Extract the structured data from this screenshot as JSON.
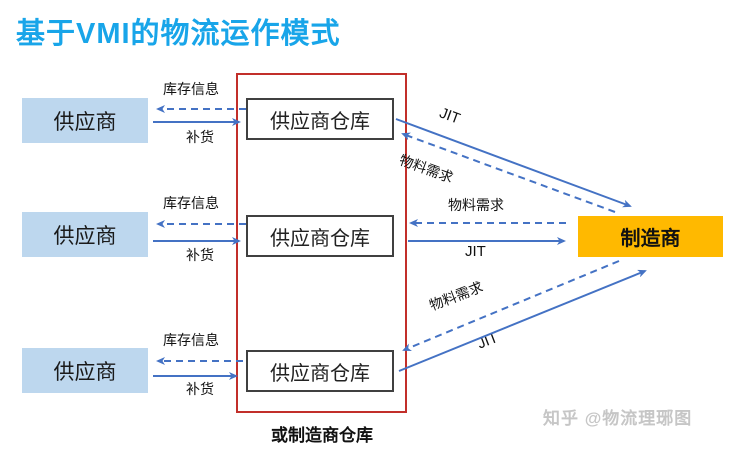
{
  "title": "基于VMI的物流运作模式",
  "nodes": {
    "supplier": "供应商",
    "warehouse": "供应商仓库",
    "warehouse_alt": "或制造商仓库",
    "manufacturer": "制造商"
  },
  "flows": {
    "inventory_info": "库存信息",
    "replenishment": "补货",
    "jit": "JIT",
    "material_demand": "物料需求"
  },
  "watermark": "知乎 @物流理琊图",
  "colors": {
    "title": "#18A5E9",
    "supplier_fill": "#BDD7EE",
    "manufacturer_fill": "#FFB900",
    "arrow_blue": "#4472C4",
    "boundary_red": "#C22F2A",
    "warehouse_border": "#404040"
  }
}
